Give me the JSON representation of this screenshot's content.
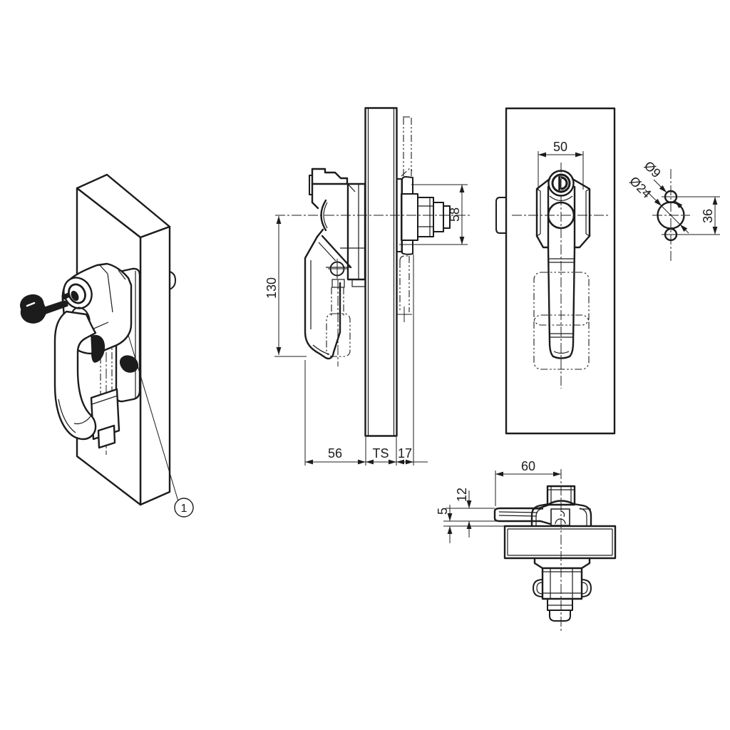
{
  "drawing": {
    "background": "#ffffff",
    "line_color": "#1c1c1c",
    "callout": {
      "number": "1"
    },
    "side_view": {
      "dim_handle_length": "130",
      "dim_latch_span": "58",
      "dim_front_depth": "56",
      "dim_panel_thickness": "TS",
      "dim_rear_depth": "17"
    },
    "front_view": {
      "dim_body_width": "50"
    },
    "drill_pattern": {
      "dim_small_hole": "Ø9",
      "dim_large_hole": "Ø24",
      "dim_hole_spacing": "36"
    },
    "top_view": {
      "dim_lever_reach": "60",
      "dim_lever_thickness": "12",
      "dim_panel_gap": "5"
    }
  }
}
